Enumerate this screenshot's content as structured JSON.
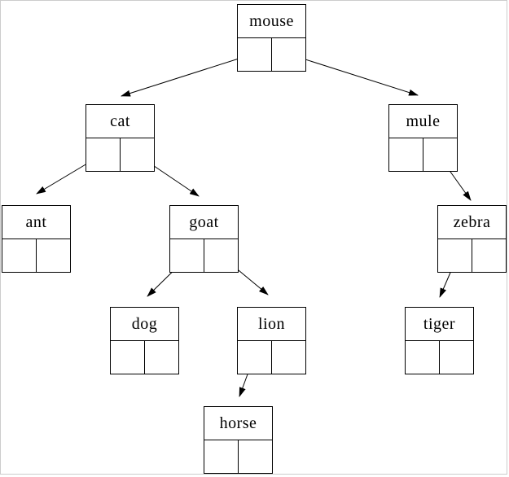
{
  "diagram": {
    "kind": "binary-tree",
    "description": "Binary tree of animal-name record nodes; each node is a box with a label row and two pointer cells, arrows point from pointer cells to child nodes"
  },
  "colors": {
    "line": "#000000",
    "node_border": "#000000",
    "background": "#ffffff",
    "frame_border": "#cccccc",
    "text": "#000000"
  },
  "nodes": [
    {
      "id": "mouse",
      "label": "mouse",
      "left_child": "cat",
      "right_child": "mule"
    },
    {
      "id": "cat",
      "label": "cat",
      "left_child": "ant",
      "right_child": "goat"
    },
    {
      "id": "mule",
      "label": "mule",
      "left_child": null,
      "right_child": "zebra"
    },
    {
      "id": "ant",
      "label": "ant",
      "left_child": null,
      "right_child": null
    },
    {
      "id": "goat",
      "label": "goat",
      "left_child": "dog",
      "right_child": "lion"
    },
    {
      "id": "zebra",
      "label": "zebra",
      "left_child": "tiger",
      "right_child": null
    },
    {
      "id": "dog",
      "label": "dog",
      "left_child": null,
      "right_child": null
    },
    {
      "id": "lion",
      "label": "lion",
      "left_child": "horse",
      "right_child": null
    },
    {
      "id": "tiger",
      "label": "tiger",
      "left_child": null,
      "right_child": null
    },
    {
      "id": "horse",
      "label": "horse",
      "left_child": null,
      "right_child": null
    }
  ],
  "edges": [
    {
      "from": "mouse",
      "pointer": "left",
      "to": "cat"
    },
    {
      "from": "mouse",
      "pointer": "right",
      "to": "mule"
    },
    {
      "from": "cat",
      "pointer": "left",
      "to": "ant"
    },
    {
      "from": "cat",
      "pointer": "right",
      "to": "goat"
    },
    {
      "from": "mule",
      "pointer": "right",
      "to": "zebra"
    },
    {
      "from": "goat",
      "pointer": "left",
      "to": "dog"
    },
    {
      "from": "goat",
      "pointer": "right",
      "to": "lion"
    },
    {
      "from": "zebra",
      "pointer": "left",
      "to": "tiger"
    },
    {
      "from": "lion",
      "pointer": "left",
      "to": "horse"
    }
  ]
}
